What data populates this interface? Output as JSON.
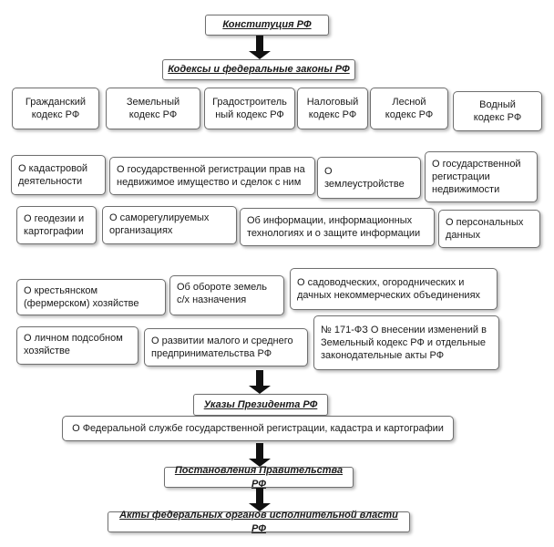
{
  "levels": {
    "constitution": "Конституция РФ",
    "codes_laws": "Кодексы и федеральные законы РФ",
    "decrees": "Указы Президента РФ",
    "resolutions": "Постановления Правительства РФ",
    "acts": "Акты федеральных органов исполнительной власти РФ"
  },
  "codes": [
    "Гражданский\nкодекс РФ",
    "Земельный\nкодекс РФ",
    "Градостроитель\nный кодекс РФ",
    "Налоговый\nкодекс РФ",
    "Лесной\nкодекс РФ",
    "Водный\nкодекс РФ"
  ],
  "laws": {
    "cadastre": "О кадастровой\nдеятельности",
    "state_registration_rights": "О государственной регистрации прав на\nнедвижимое имущество и сделок с ним",
    "land_management": "О\nземлеустройстве",
    "state_registration_realty": "О государственной\nрегистрации\nнедвижимости",
    "geodesy": "О геодезии и\nкартографии",
    "sro": "О саморегулируемых\nорганизациях",
    "information": "Об информации, информационных\nтехнологиях и о защите информации",
    "personal_data": "О персональных\nданных",
    "farm": "О крестьянском\n(фермерском) хозяйстве",
    "agri_land": "Об обороте земель\nс/х назначения",
    "gardening": "О садоводческих, огороднических и\nдачных некоммерческих объединениях",
    "personal_subsidiary": "О личном подсобном\nхозяйстве",
    "small_business": "О развитии малого и среднего\nпредпринимательства РФ",
    "fz171": "№ 171-ФЗ О внесении изменений в\nЗемельный кодекс РФ и отдельные\nзаконодательные акты РФ"
  },
  "decree_item": "О Федеральной службе государственной регистрации, кадастра и картографии"
}
